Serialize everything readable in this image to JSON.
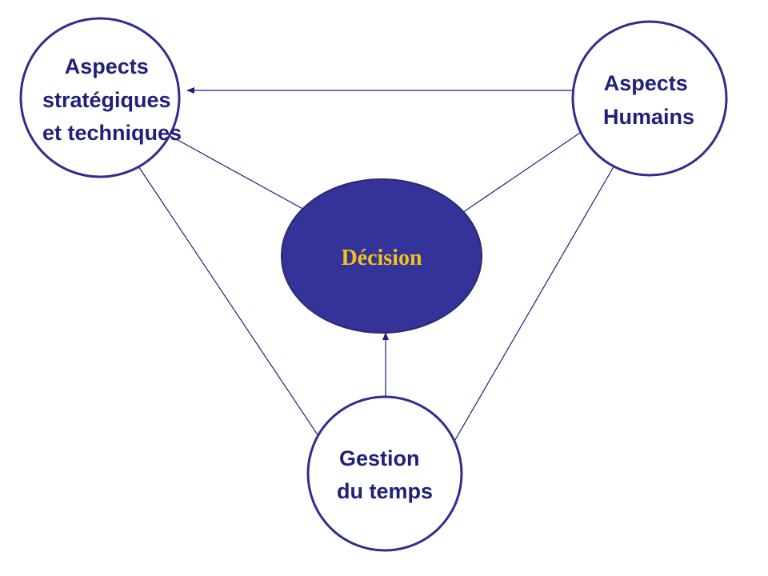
{
  "colors": {
    "node_stroke": "#2e2e8c",
    "node_fill": "#ffffff",
    "node_text": "#20207a",
    "center_fill": "#333399",
    "center_stroke": "#2a2a70",
    "center_text": "#f2c21c",
    "connector": "#1f1f7a"
  },
  "nodes": {
    "strategic": {
      "lines": [
        "Aspects",
        "stratégiques",
        "et techniques"
      ]
    },
    "human": {
      "lines": [
        "Aspects",
        "Humains"
      ]
    },
    "time": {
      "lines": [
        "Gestion",
        "du temps"
      ]
    },
    "decision": {
      "label": "Décision"
    }
  }
}
